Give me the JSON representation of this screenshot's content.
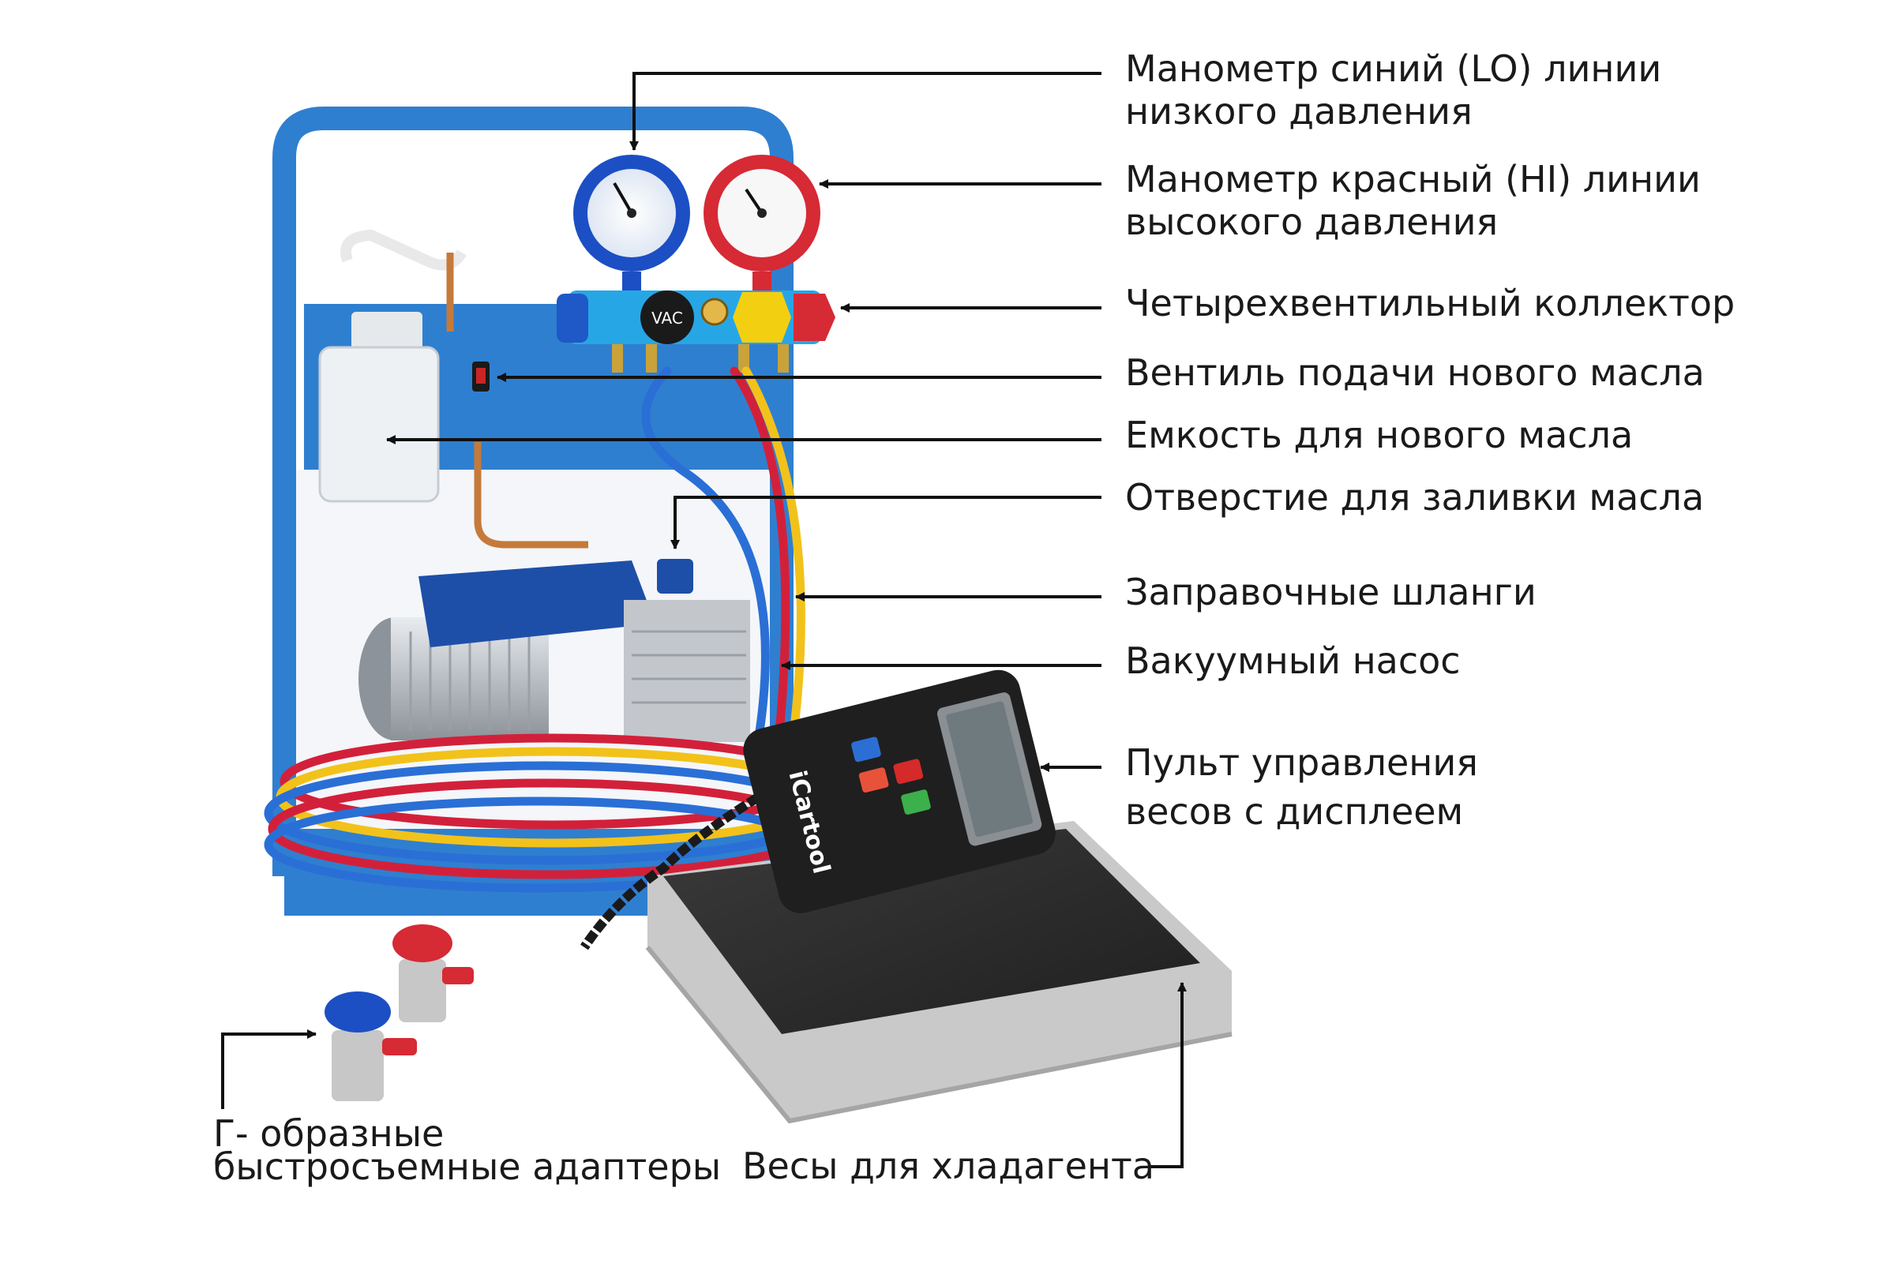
{
  "colors": {
    "frame_blue": "#2f7fd0",
    "gauge_blue": "#1c4fc4",
    "gauge_red": "#d62a35",
    "knob_yellow": "#f3cf12",
    "hose_red": "#d3203a",
    "hose_yellow": "#f2c21b",
    "hose_blue": "#2a6fd6",
    "scale_dark": "#2b2b2b",
    "scale_silver": "#c9c9c9",
    "pump_blue": "#1e4fa8",
    "leader_line": "#111111"
  },
  "device": {
    "brand": "iCartool",
    "gauge_vac_label": "VAC"
  },
  "labels": {
    "lo_gauge": {
      "line1": "Манометр синий (LO) линии",
      "line2": "низкого давления"
    },
    "hi_gauge": {
      "line1": "Манометр красный (HI) линии",
      "line2": "высокого давления"
    },
    "manifold": "Четырехвентильный коллектор",
    "oil_valve": "Вентиль подачи нового масла",
    "oil_tank": "Емкость для нового масла",
    "oil_fill": "Отверстие для заливки масла",
    "hoses": "Заправочные шланги",
    "vacuum_pump": "Вакуумный насос",
    "remote": {
      "line1": "Пульт управления",
      "line2": "весов с дисплеем"
    },
    "scale": "Весы для хладагента",
    "adapters": {
      "line1": "Г- образные",
      "line2": "быстросъемные адаптеры"
    }
  }
}
